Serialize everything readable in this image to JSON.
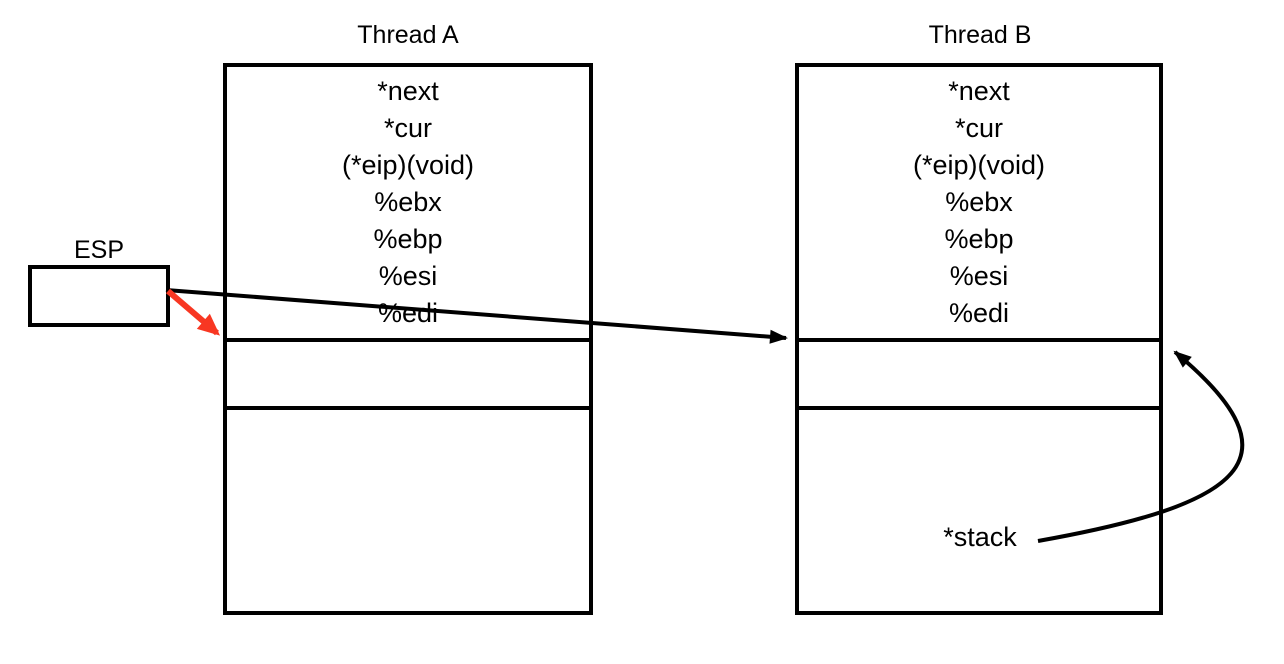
{
  "diagram": {
    "esp": {
      "label": "ESP"
    },
    "threads": [
      {
        "title": "Thread A",
        "registers": [
          "*next",
          "*cur",
          "(*eip)(void)",
          "%ebx",
          "%ebp",
          "%esi",
          "%edi"
        ]
      },
      {
        "title": "Thread B",
        "registers": [
          "*next",
          "*cur",
          "(*eip)(void)",
          "%ebx",
          "%ebp",
          "%esi",
          "%edi"
        ]
      }
    ],
    "stack_pointer": {
      "label": "*stack"
    },
    "colors": {
      "line": "#000000",
      "esp_arrow": "#f83722"
    }
  }
}
